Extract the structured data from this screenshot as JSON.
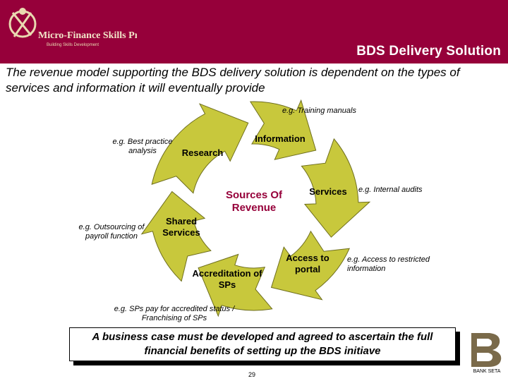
{
  "header": {
    "logo_text": "Micro-Finance Skills Project",
    "logo_tagline": "Building Skills Development",
    "title": "BDS Delivery Solution"
  },
  "subtitle": "The revenue model supporting the BDS delivery solution is dependent on the types of services and information it will eventually provide",
  "diagram": {
    "center": "Sources Of Revenue",
    "segments": {
      "information": "Information",
      "services": "Services",
      "access": "Access to portal",
      "accreditation": "Accreditation of SPs",
      "shared": "Shared Services",
      "research": "Research"
    },
    "callouts": {
      "training": "e.g. Training manuals",
      "audits": "e.g. Internal audits",
      "restricted": "e.g. Access to restricted information",
      "accredited": "e.g. SPs pay for accredited status / Franchising of SPs",
      "outsourcing": "e.g. Outsourcing of payroll function",
      "best_practice": "e.g. Best practice analysis"
    },
    "colors": {
      "arrow_fill": "#c8c83c",
      "arrow_stroke": "#6e6e1e",
      "center_text": "#96003a"
    }
  },
  "business_case": "A business case must be developed and agreed to ascertain the full financial benefits of setting up the BDS initiave",
  "page_number": "29",
  "footer_logo_text": "BANK SETA",
  "colors": {
    "header": "#96003a",
    "header_text": "#ffffff"
  }
}
